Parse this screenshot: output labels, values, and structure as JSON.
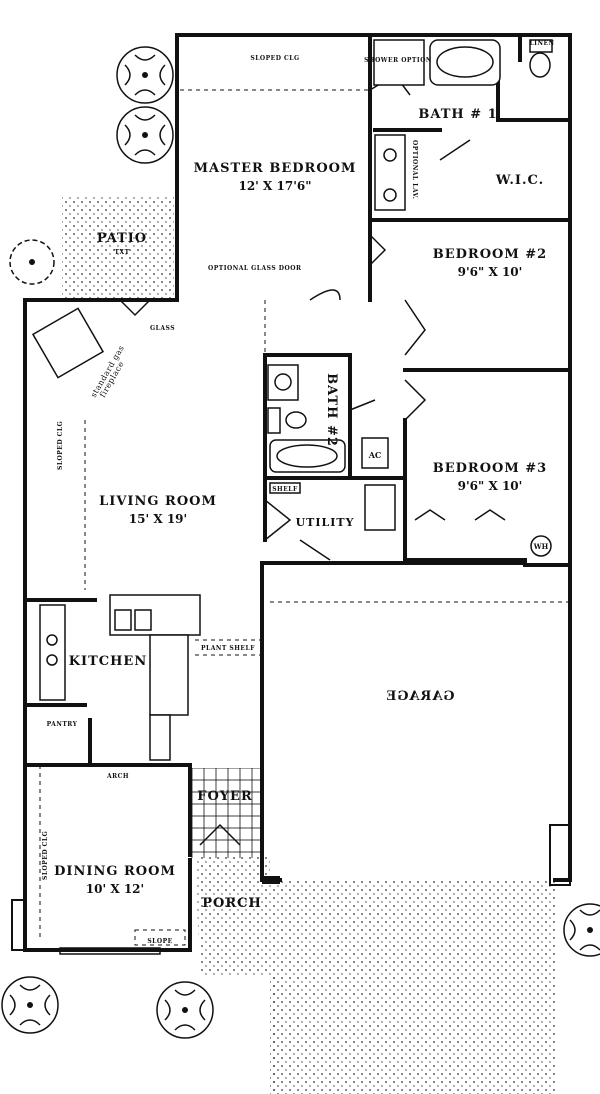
{
  "rooms": {
    "master": {
      "name": "MASTER BEDROOM",
      "size": "12' X 17'6\""
    },
    "bed2": {
      "name": "BEDROOM #2",
      "size": "9'6\" X 10'"
    },
    "bed3": {
      "name": "BEDROOM #3",
      "size": "9'6\" X 10'"
    },
    "living": {
      "name": "LIVING ROOM",
      "size": "15' X 19'"
    },
    "dining": {
      "name": "DINING ROOM",
      "size": "10' X 12'"
    },
    "kitchen": {
      "name": "KITCHEN"
    },
    "garage": {
      "name": "GARAGE"
    },
    "bath1": {
      "name": "BATH # 1"
    },
    "bath2": {
      "name": "BATH #2"
    },
    "wic": {
      "name": "W.I.C."
    },
    "patio": {
      "name": "PATIO",
      "sub": "TXT"
    },
    "foyer": {
      "name": "FOYER"
    },
    "porch": {
      "name": "PORCH"
    },
    "utility": {
      "name": "UTILITY"
    }
  },
  "notes": {
    "sloped_clg_master": "SLOPED CLG",
    "shower_option": "SHOWER OPTION",
    "linen": "LINEN",
    "optional_lav": "OPTIONAL LAV.",
    "optional_glass_door": "OPTIONAL GLASS DOOR",
    "glass": "GLASS",
    "fireplace_1": "standard gas",
    "fireplace_2": "fireplace",
    "sloped_clg_living": "SLOPED CLG",
    "ac": "AC",
    "wh": "WH",
    "shelf": "SHELF",
    "plant_shelf": "PLANT SHELF",
    "pantry": "PANTRY",
    "arch": "ARCH",
    "sloped_clg_dining": "SLOPED CLG",
    "slope": "SLOPE"
  }
}
